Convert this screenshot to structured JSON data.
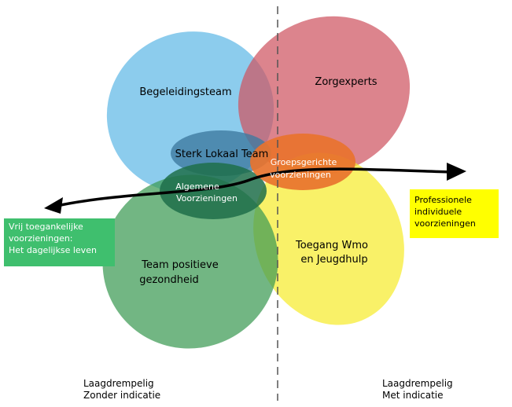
{
  "petals": {
    "begeleidingsteam": {
      "label": "Begeleidingsteam",
      "color": "#5bb7e6"
    },
    "zorgexperts": {
      "label": "Zorgexperts",
      "color": "#cf5561"
    },
    "positieve": {
      "line1": "Team positieve",
      "line2": "gezondheid",
      "color": "#3b9a53"
    },
    "wmo": {
      "line1": "Toegang Wmo",
      "line2": "en Jeugdhulp",
      "color": "#f6ec2e"
    }
  },
  "center": {
    "sterk_lokaal_team": {
      "label": "Sterk Lokaal Team",
      "color": "#3e7aa0"
    },
    "algemene": {
      "line1": "Algemene",
      "line2": "Voorzieningen",
      "color": "#1f6f4a"
    },
    "groepsgerichte": {
      "line1": "Groepsgerichte",
      "line2": "voorzieningen",
      "color": "#e8732e"
    }
  },
  "left_box": {
    "line1": "Vrij toegankelijke",
    "line2": "voorzieningen:",
    "line3": "Het dagelijkse leven",
    "color": "#3fbf6e"
  },
  "right_box": {
    "line1": "Professionele",
    "line2": "individuele",
    "line3": "voorzieningen",
    "color": "#ffff00"
  },
  "footer": {
    "left": {
      "line1": "Laagdrempelig",
      "line2": "Zonder indicatie"
    },
    "right": {
      "line1": "Laagdrempelig",
      "line2": "Met indicatie"
    }
  }
}
